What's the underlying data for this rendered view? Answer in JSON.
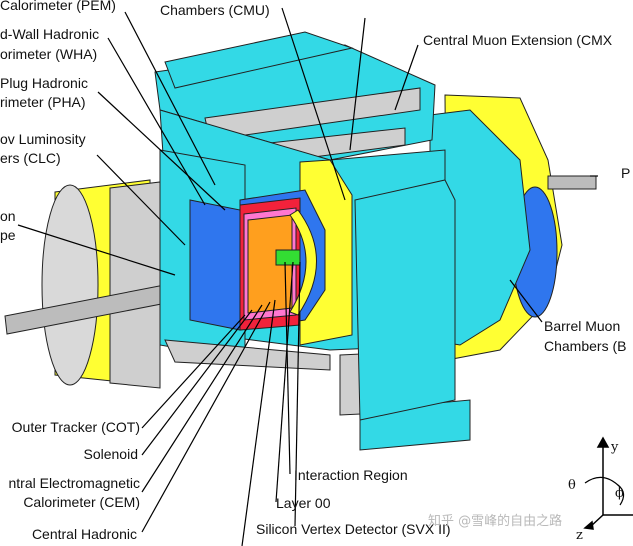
{
  "labels": {
    "pem": "Calorimeter (PEM)",
    "wha_1": "d-Wall Hadronic",
    "wha_2": "orimeter (WHA)",
    "pha_1": "Plug Hadronic",
    "pha_2": "rimeter (PHA)",
    "clc_1": "ov Luminosity",
    "clc_2": "ers (CLC)",
    "on_1": "on",
    "on_2": "pe",
    "cmu": "Chambers (CMU)",
    "cmx": "Central Muon Extension (CMX",
    "p": "P",
    "bmu_1": "Barrel Muon",
    "bmu_2": "Chambers (B",
    "cot": "Outer Tracker (COT)",
    "solenoid": "Solenoid",
    "cem_1": "ntral Electromagnetic",
    "cem_2": "Calorimeter (CEM)",
    "cha": "Central Hadronic",
    "interaction": "Interaction Region",
    "layer00": "Layer 00",
    "svx": "Silicon Vertex Detector (SVX II)"
  },
  "axes": {
    "y": "y",
    "z": "z",
    "theta": "θ",
    "phi": "ϕ"
  },
  "watermark": "知乎 @雪峰的自由之路",
  "colors": {
    "muon_cyan": "#33d9e6",
    "steel_gray": "#cfcfcf",
    "calorimeter_blue": "#2f76ee",
    "yellow": "#ffff33",
    "red": "#f2223b",
    "pink": "#ff77d0",
    "orange": "#ff9f1e",
    "green": "#33dd33"
  }
}
